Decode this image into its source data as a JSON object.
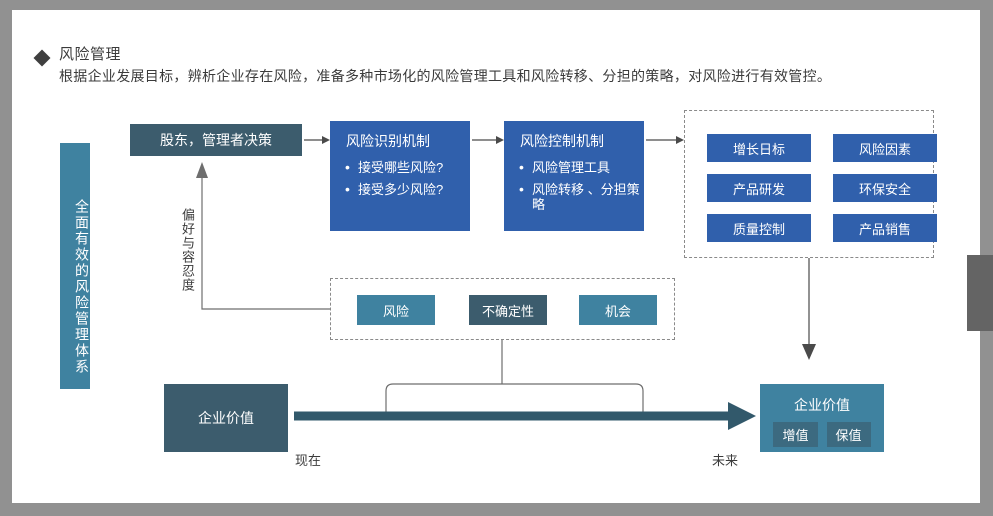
{
  "header": {
    "bullet": "diamond-bullet-icon",
    "title": "风险管理",
    "subtitle": "根据企业发展目标，辨析企业存在风险，准备多种市场化的风险管理工具和风险转移、分担的策略，对风险进行有效管控。"
  },
  "left_banner": {
    "label": "全面有效的风险管理体系"
  },
  "flow": {
    "shareholder_box": "股东，管理者决策",
    "identify_box": {
      "title": "风险识别机制",
      "items": [
        "接受哪些风险?",
        "接受多少风险?"
      ]
    },
    "control_box": {
      "title": "风险控制机制",
      "items": [
        "风险管理工具",
        "风险转移 、分担策略"
      ]
    },
    "preference_label": "偏好与容忍度"
  },
  "objectives_group": {
    "boxes": [
      "增长日标",
      "风险因素",
      "产品研发",
      "环保安全",
      "质量控制",
      "产品销售"
    ]
  },
  "middle_group": {
    "boxes": [
      "风险",
      "不确定性",
      "机会"
    ]
  },
  "bottom": {
    "value_left": "企业价值",
    "value_right_title": "企业价值",
    "value_right_pills": [
      "增值",
      "保值"
    ],
    "axis_now": "现在",
    "axis_future": "未来"
  },
  "colors": {
    "teal": "#3f82a0",
    "slate": "#3c5c6d",
    "blue": "#3060ac",
    "page_border": "#919191",
    "scrollbar_thumb": "#646464",
    "dashed_border": "#8a8a8a",
    "text": "#3b3b3b"
  },
  "scrollbar": {
    "name": "vertical-scrollbar"
  }
}
